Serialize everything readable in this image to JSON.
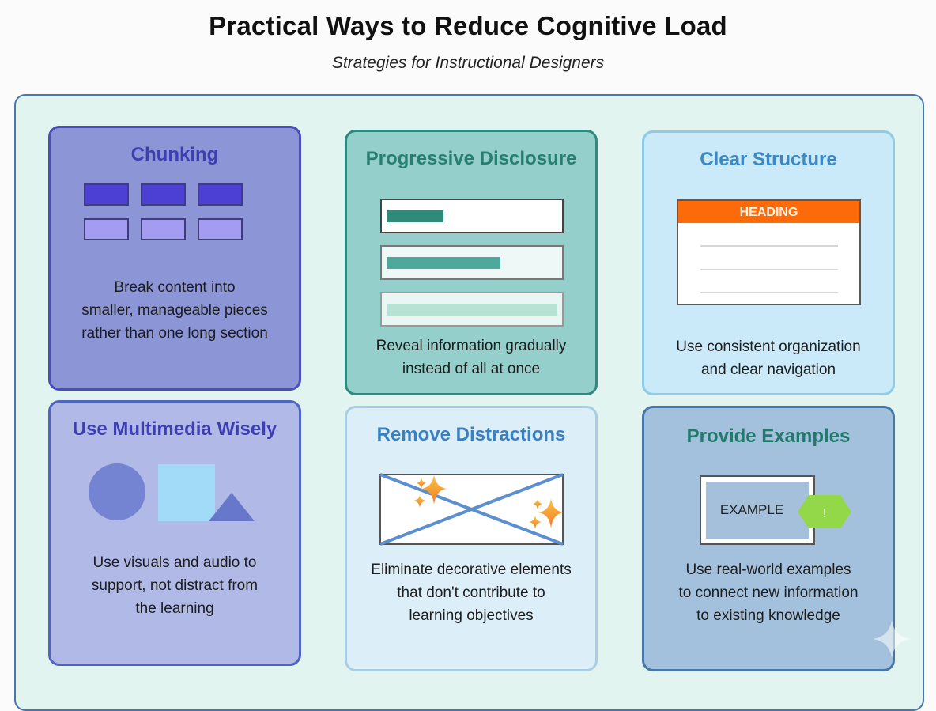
{
  "header": {
    "title": "Practical Ways to Reduce Cognitive Load",
    "subtitle": "Strategies for Instructional Designers"
  },
  "cards": [
    {
      "title": "Chunking",
      "description": [
        "Break content into",
        "smaller, manageable pieces",
        "rather than one long section"
      ],
      "illustration": "chunked-blocks",
      "colors": {
        "background": "#8c96d6",
        "border": "#4a4fb8",
        "title": "#3f3db3",
        "block_dark": "#4c3fd4",
        "block_light": "#a39cf0"
      }
    },
    {
      "title": "Progressive Disclosure",
      "description": [
        "Reveal information gradually",
        "instead of all at once"
      ],
      "illustration": "progressive-rows",
      "colors": {
        "background": "#94cfcb",
        "border": "#2e8a7e",
        "title": "#27806f"
      }
    },
    {
      "title": "Clear Structure",
      "description": [
        "Use consistent organization",
        "and clear navigation"
      ],
      "illustration": "heading-document",
      "heading_label": "HEADING",
      "colors": {
        "background": "#caeaf9",
        "border": "#8fcbe9",
        "title": "#3a88c4",
        "heading_bar": "#fd6a0a"
      }
    },
    {
      "title": "Use Multimedia Wisely",
      "description": [
        "Use visuals and audio to",
        "support, not distract from",
        "the learning"
      ],
      "illustration": "shapes-circle-square-triangle",
      "colors": {
        "background": "#b1b9e6",
        "border": "#4f64c0",
        "title": "#3d3fb0"
      }
    },
    {
      "title": "Remove Distractions",
      "description": [
        "Eliminate decorative elements",
        "that don't contribute to",
        "learning objectives"
      ],
      "illustration": "crossed-out-sparkles",
      "colors": {
        "background": "#dceef8",
        "border": "#a8cde4",
        "title": "#3a7fbf",
        "cross": "#5b8fd0",
        "sparkle": "#f6a631"
      }
    },
    {
      "title": "Provide Examples",
      "description": [
        "Use real-world examples",
        "to connect new information",
        "to existing knowledge"
      ],
      "illustration": "example-box",
      "example_label": "EXAMPLE",
      "badge_label": "!",
      "colors": {
        "background": "#a3c1dc",
        "border": "#4777aa",
        "title": "#227a6c",
        "badge": "#93d849"
      }
    }
  ]
}
